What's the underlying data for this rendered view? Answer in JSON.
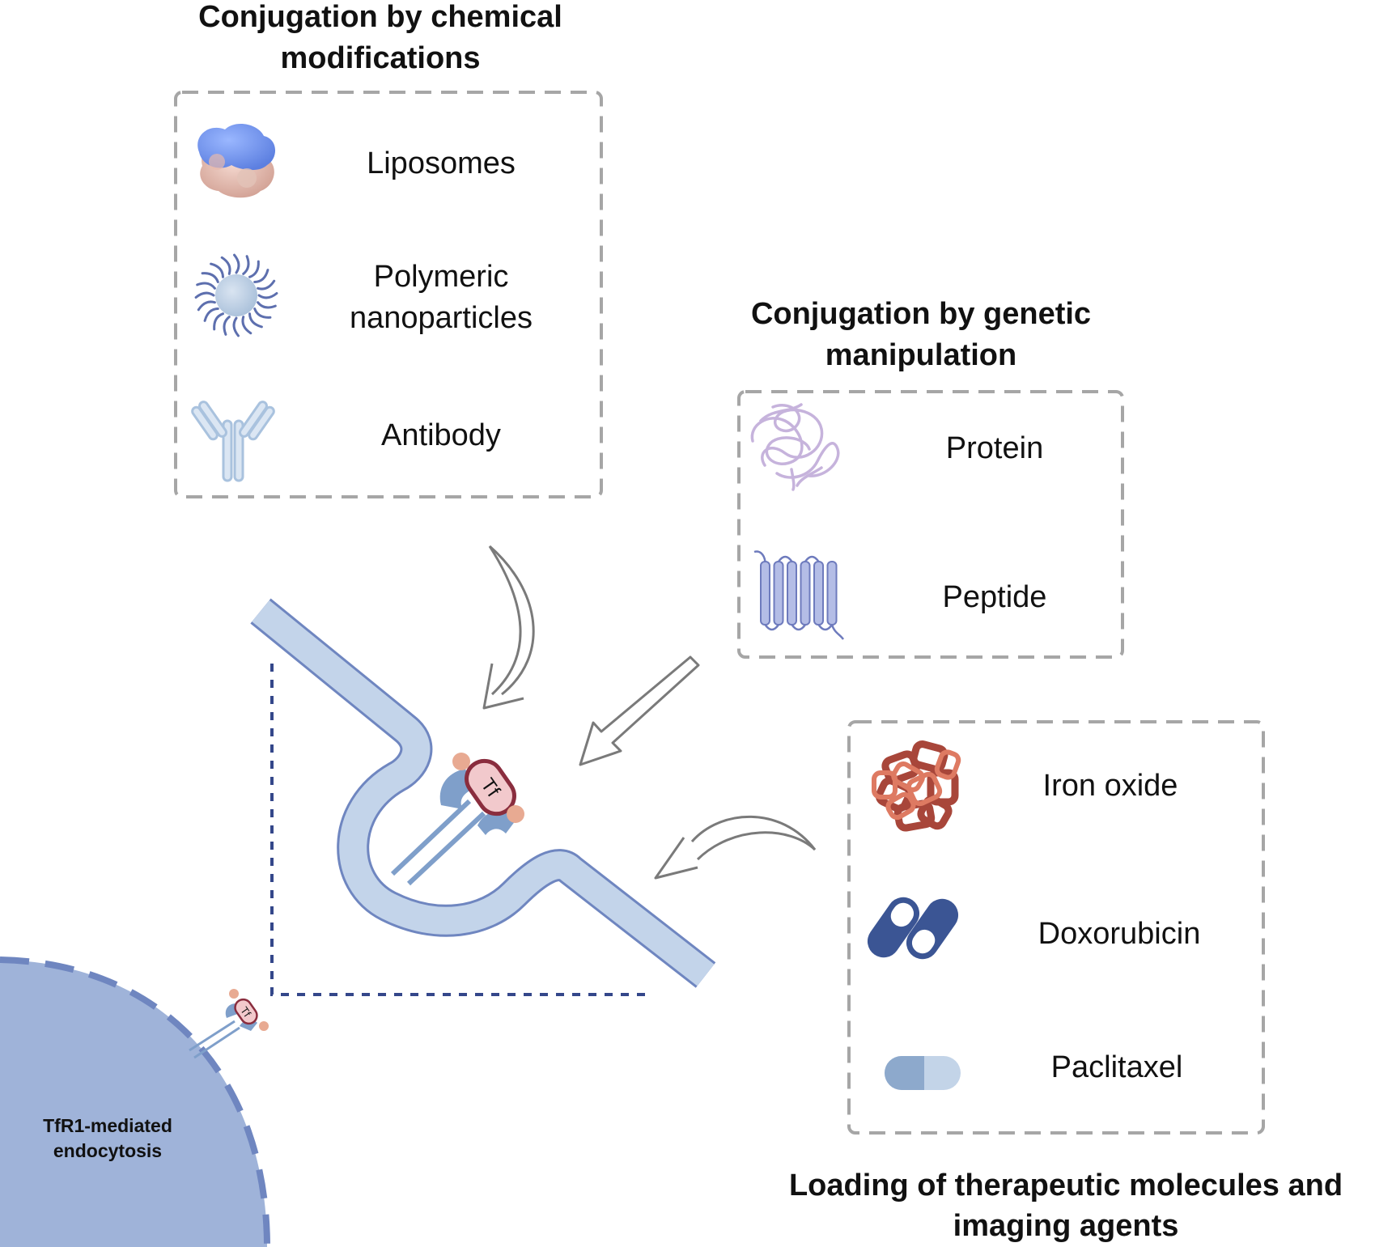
{
  "groups": {
    "chemical": {
      "title_line1": "Conjugation by chemical",
      "title_line2": "modifications",
      "items": [
        {
          "label": "Liposomes",
          "icon": "liposome-icon"
        },
        {
          "label_line1": "Polymeric",
          "label_line2": "nanoparticles",
          "icon": "polymeric-nanoparticle-icon"
        },
        {
          "label": "Antibody",
          "icon": "antibody-icon"
        }
      ]
    },
    "genetic": {
      "title_line1": "Conjugation by genetic",
      "title_line2": "manipulation",
      "items": [
        {
          "label": "Protein",
          "icon": "protein-icon"
        },
        {
          "label": "Peptide",
          "icon": "peptide-icon"
        }
      ]
    },
    "loading": {
      "title_line1": "Loading of therapeutic molecules and",
      "title_line2": "imaging agents",
      "items": [
        {
          "label": "Iron oxide",
          "icon": "iron-oxide-icon"
        },
        {
          "label": "Doxorubicin",
          "icon": "doxorubicin-capsule-icon"
        },
        {
          "label": "Paclitaxel",
          "icon": "paclitaxel-capsule-icon"
        }
      ]
    }
  },
  "center": {
    "tf_label": "Tf"
  },
  "cell": {
    "label_line1": "TfR1-mediated",
    "label_line2": "endocytosis",
    "tf_label": "Tf"
  },
  "colors": {
    "membrane_fill": "#c3d4ea",
    "membrane_stroke": "#6f86c0",
    "cell_fill": "#9fb3d9",
    "receptor": "#7f9fca",
    "tf_fill": "#f2c9cc",
    "tf_stroke": "#8a2d3e",
    "iron_oxide": "#cc5e48",
    "doxorubicin": "#3b5594",
    "paclitaxel": "#8da9cc",
    "box_dash": "#a6a6a6"
  }
}
